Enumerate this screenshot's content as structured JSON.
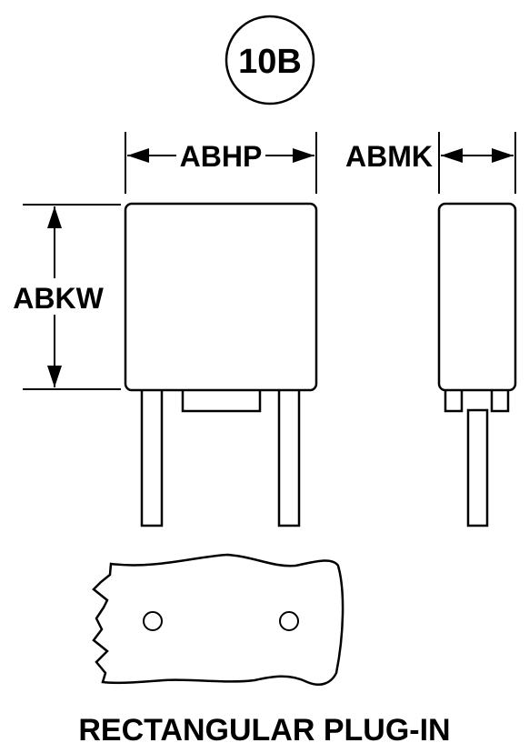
{
  "diagram": {
    "badge": "10B",
    "dim_width": "ABHP",
    "dim_depth": "ABMK",
    "dim_height": "ABKW",
    "caption": "RECTANGULAR PLUG-IN"
  },
  "colors": {
    "ink": "#000000",
    "background": "#ffffff"
  }
}
